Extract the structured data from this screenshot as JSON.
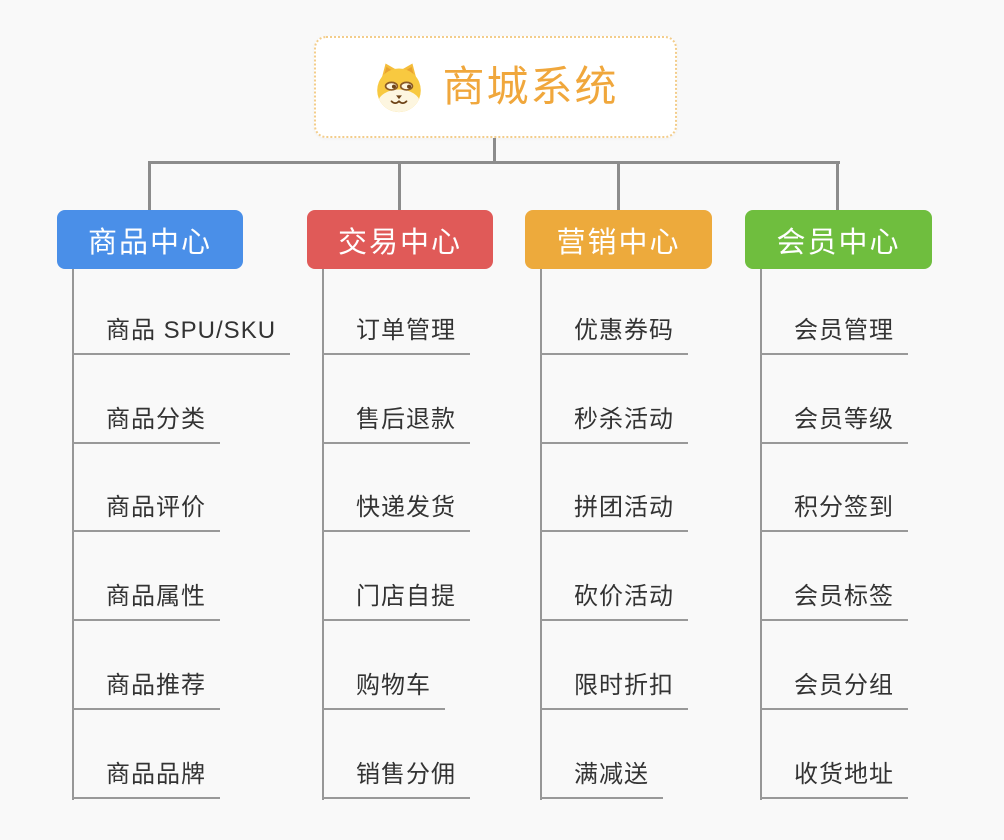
{
  "root": {
    "label": "商城系统",
    "icon": "doge-face-icon"
  },
  "branches": [
    {
      "label": "商品中心",
      "color": "#4a8fe8",
      "items": [
        "商品 SPU/SKU",
        "商品分类",
        "商品评价",
        "商品属性",
        "商品推荐",
        "商品品牌"
      ]
    },
    {
      "label": "交易中心",
      "color": "#e05a58",
      "items": [
        "订单管理",
        "售后退款",
        "快递发货",
        "门店自提",
        "购物车",
        "销售分佣"
      ]
    },
    {
      "label": "营销中心",
      "color": "#edaa3c",
      "items": [
        "优惠券码",
        "秒杀活动",
        "拼团活动",
        "砍价活动",
        "限时折扣",
        "满减送"
      ]
    },
    {
      "label": "会员中心",
      "color": "#6fbe3e",
      "items": [
        "会员管理",
        "会员等级",
        "积分签到",
        "会员标签",
        "会员分组",
        "收货地址"
      ]
    }
  ],
  "colors": {
    "background": "#f9f9f9",
    "connector": "#8c8c8c",
    "underline": "#999999",
    "item_text": "#333333",
    "root_text": "#f0a73c",
    "root_border": "#f3cd8b"
  }
}
